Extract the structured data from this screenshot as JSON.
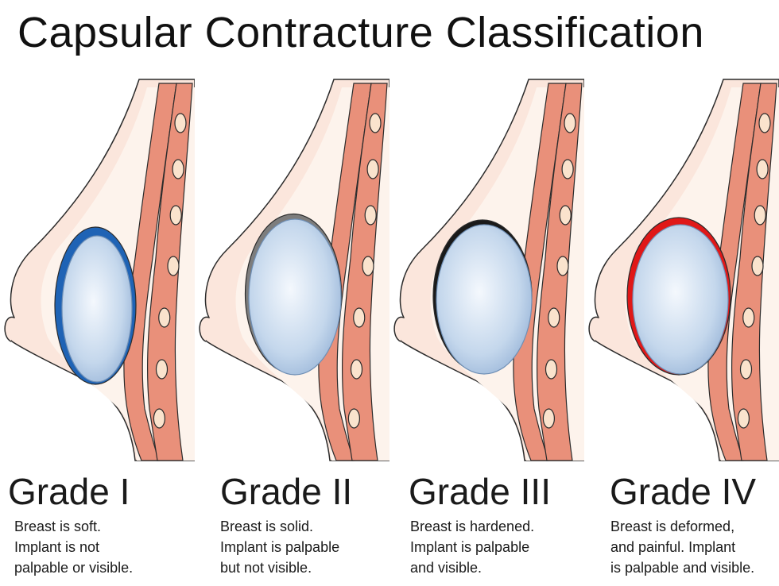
{
  "title": "Capsular Contracture Classification",
  "grades": [
    {
      "label": "Grade I",
      "desc": [
        "Breast is soft.",
        "Implant is not",
        "palpable or visible."
      ],
      "capsule_color": "#1f63b5"
    },
    {
      "label": "Grade II",
      "desc": [
        "Breast is solid.",
        "Implant is palpable",
        "but not visible."
      ],
      "capsule_color": "#7d7d7d"
    },
    {
      "label": "Grade III",
      "desc": [
        "Breast is hardened.",
        "Implant is palpable",
        "and visible."
      ],
      "capsule_color": "#1a1a1a"
    },
    {
      "label": "Grade IV",
      "desc": [
        "Breast is deformed,",
        "and painful. Implant",
        "is palpable and visible."
      ],
      "capsule_color": "#e01818"
    }
  ],
  "colors": {
    "skin": "#fbe6dc",
    "fat": "#fdf3ec",
    "muscle": "#e9907a",
    "rib": "#fae3cd",
    "outline": "#2b2b2b"
  }
}
